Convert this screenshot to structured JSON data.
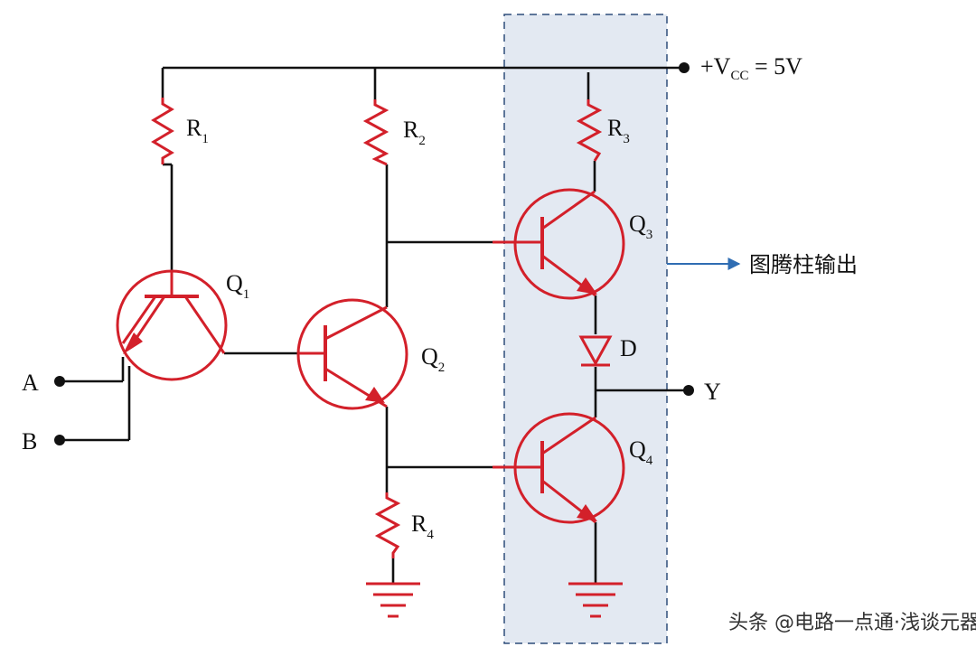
{
  "vcc": {
    "prefix": "+V",
    "sub": "CC",
    "suffix": " = 5V"
  },
  "resistors": [
    {
      "letter": "R",
      "sub": "1"
    },
    {
      "letter": "R",
      "sub": "2"
    },
    {
      "letter": "R",
      "sub": "3"
    },
    {
      "letter": "R",
      "sub": "4"
    }
  ],
  "transistors": [
    {
      "letter": "Q",
      "sub": "1"
    },
    {
      "letter": "Q",
      "sub": "2"
    },
    {
      "letter": "Q",
      "sub": "3"
    },
    {
      "letter": "Q",
      "sub": "4"
    }
  ],
  "inputs": {
    "a": "A",
    "b": "B"
  },
  "output": "Y",
  "diode": "D",
  "callout": "图腾柱输出",
  "watermark": "头条 @电路一点通·浅谈元器件",
  "colors": {
    "component": "#d3202a",
    "wire": "#111111",
    "highlight": "#e3e9f2",
    "arrow": "#2f6db3"
  }
}
